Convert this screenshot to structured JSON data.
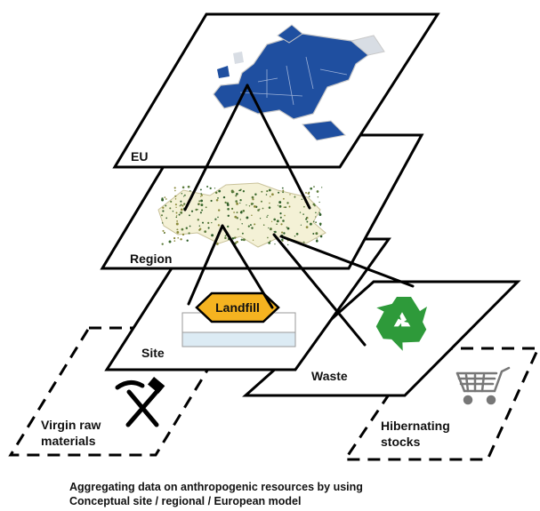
{
  "diagram": {
    "layers": {
      "eu": "EU",
      "region": "Region",
      "site": "Site",
      "waste": "Waste",
      "virgin_line1": "Virgin raw",
      "virgin_line2": "materials",
      "hibernating_line1": "Hibernating",
      "hibernating_line2": "stocks"
    },
    "landfill_label": "Landfill",
    "icons": [
      "eu-map-icon",
      "region-map-icon",
      "recycle-icon",
      "shopping-cart-icon",
      "hammer-pick-icon"
    ],
    "colors": {
      "eu_blue": "#1f4fa0",
      "eu_outline": "#c9c9c9",
      "recycle_green": "#2e9a3a",
      "landfill_sign": "#f5b320",
      "landfill_water": "#dcebf4",
      "cart_gray": "#777777"
    }
  },
  "caption": {
    "line1": "Aggregating data on anthropogenic resources by using",
    "line2": "Conceptual site / regional / European model"
  }
}
